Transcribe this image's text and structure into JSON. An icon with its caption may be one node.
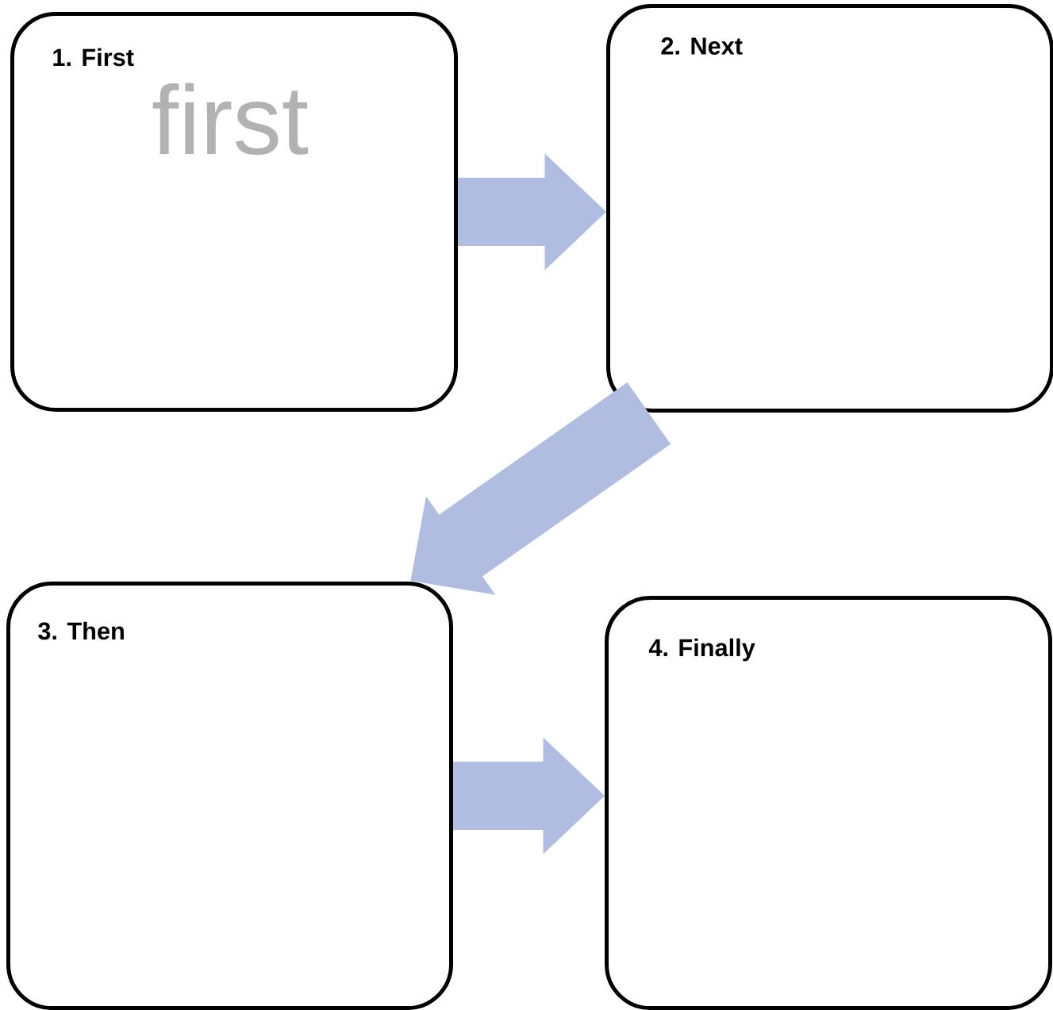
{
  "diagram": {
    "nodes": [
      {
        "text": [
          "1.  First",
          "first"
        ]
      },
      {
        "text": [
          "2. Next"
        ]
      },
      {
        "text": [
          "3. Then"
        ]
      },
      {
        "text": [
          "4. Finally"
        ]
      }
    ],
    "edges": [
      {
        "from": 0,
        "to": 1,
        "arrow": "to"
      },
      {
        "from": 1,
        "to": 2,
        "arrow": "to"
      },
      {
        "from": 2,
        "to": 3,
        "arrow": "to"
      }
    ]
  }
}
